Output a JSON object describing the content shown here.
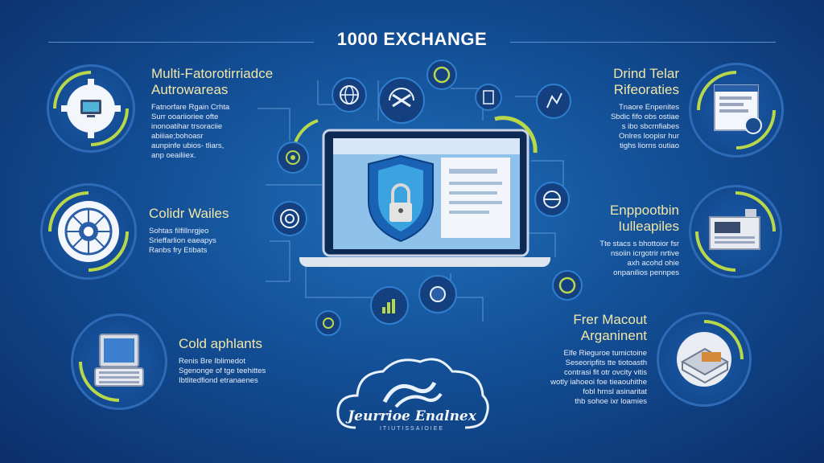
{
  "title": "1000 EXCHANGE",
  "colors": {
    "accent_green": "#b8d84a",
    "ring_blue": "#2f7fd0",
    "heading_cream": "#f0e6a6",
    "background": "#134f96"
  },
  "left_items": [
    {
      "heading_1": "Multi-Fatorotirriadce",
      "heading_2": "Autrowareas",
      "body": [
        "Fatnorfare Rgain Crhta",
        "Surr ooariioriee ofte",
        "inonoatihar trsoraciie",
        "abiiiae;bohoasr",
        "aunpinfe ubios- tliars,",
        "anp oeailiiex."
      ],
      "icon": "monitor-gear-icon"
    },
    {
      "heading_1": "Colidr Wailes",
      "heading_2": "",
      "body": [
        "Sohtas filfillnrgjeo",
        "Srieffarlion eaeapys",
        "Ranbs fry Etibats"
      ],
      "icon": "network-hub-icon"
    },
    {
      "heading_1": "Cold aphlants",
      "heading_2": "",
      "body": [
        "Renis Bre Iblimedot",
        "Sgenonge of tge teehittes",
        "Ibtlitedfiond etranaenes"
      ],
      "icon": "laptop-icon"
    }
  ],
  "right_items": [
    {
      "heading_1": "Drind Telar",
      "heading_2": "Rifeoraties",
      "body": [
        "Tnaore Enpenites",
        "Sbdic fifo obs ostiae",
        "s ibo sbcrnfiabes",
        "Onlres loopisr hur",
        "tighs liorns outiao"
      ],
      "icon": "document-window-icon"
    },
    {
      "heading_1": "Enppootbin",
      "heading_2": "Iulleapiles",
      "body": [
        "Tte stacs s bhottoior fsr",
        "nsoiin icrgotrir nrtive",
        "axh acohd ohie",
        "onpanilios pennpes"
      ],
      "icon": "server-box-icon"
    },
    {
      "heading_1": "Frer Macout",
      "heading_2": "Arganinent",
      "body": [
        "Elfe Rieguroe tumictoine",
        "Seseoripfits tte tiotoasth",
        "contrasi fit otr ovcity vitis",
        "wotly iahoeoi foe tieaouhithe",
        "fobl hrnsl asinaritat",
        "thb sohoe ixr loamies"
      ],
      "icon": "chip-box-icon"
    }
  ],
  "center": {
    "icon": "shield-lock-icon"
  },
  "cloud": {
    "brand": "Jeurrioe Enalnex",
    "tagline": "ITIUTISSAIOIEE"
  },
  "nodes": [
    {
      "icon": "globe-icon"
    },
    {
      "icon": "exchange-icon"
    },
    {
      "icon": "refresh-icon"
    },
    {
      "icon": "chart-icon"
    },
    {
      "icon": "clipboard-icon"
    },
    {
      "icon": "gear-icon"
    },
    {
      "icon": "steering-icon"
    },
    {
      "icon": "target-icon"
    },
    {
      "icon": "cycle-icon"
    },
    {
      "icon": "coin-icon"
    },
    {
      "icon": "bar-chart-icon"
    },
    {
      "icon": "key-icon"
    }
  ]
}
